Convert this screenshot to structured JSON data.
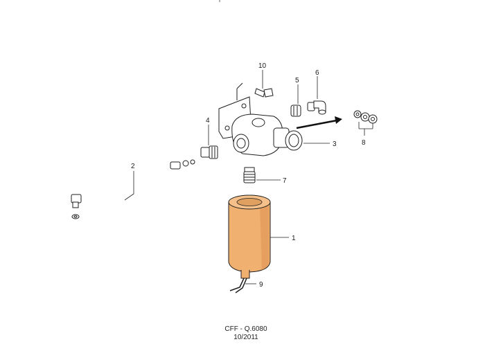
{
  "callouts": {
    "p1": "1",
    "p2": "2",
    "p3": "3",
    "p4": "4",
    "p5": "5",
    "p6": "6",
    "p7": "7",
    "p8": "8",
    "p9": "9",
    "p10": "10"
  },
  "footer": {
    "code": "CFF - Q.6080",
    "date": "10/2011"
  },
  "colors": {
    "filter_body": "#f0b070",
    "filter_shadow": "#d98c4a",
    "line": "#1e1e1e"
  }
}
